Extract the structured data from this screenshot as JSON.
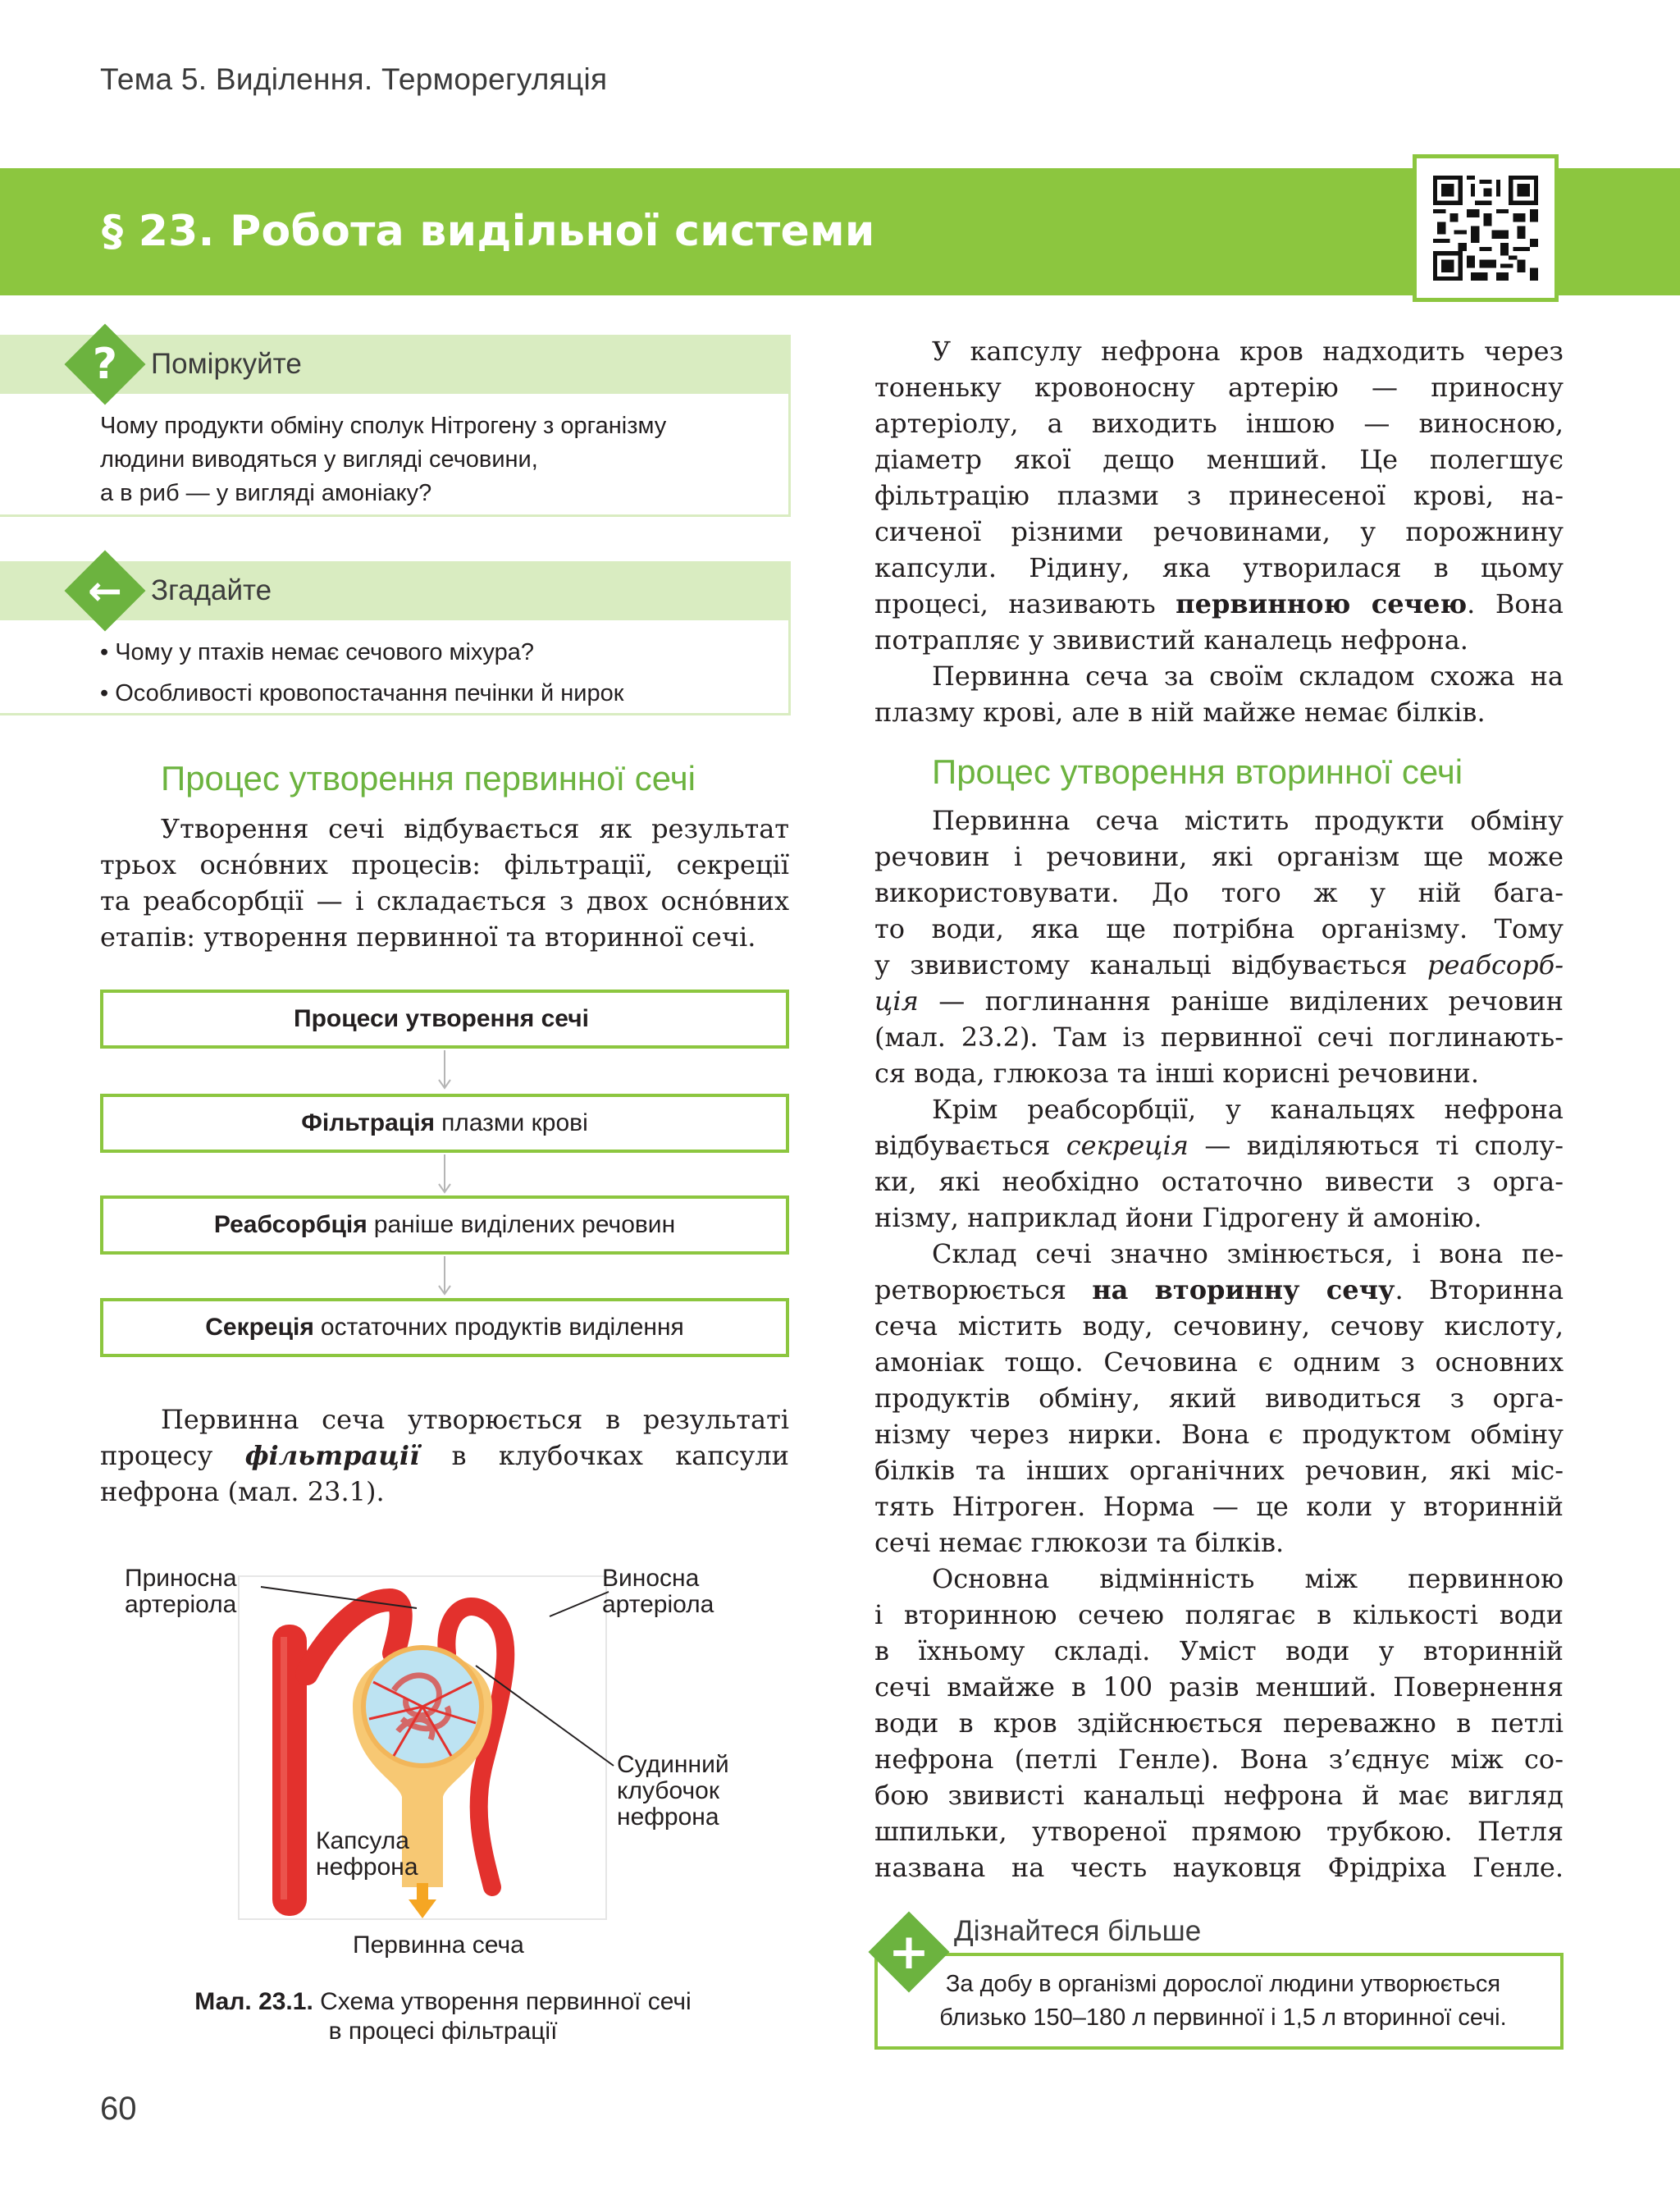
{
  "header": {
    "topic": "Тема 5. Виділення. Терморегуляція",
    "title": "§ 23. Робота видільної системи"
  },
  "think_box": {
    "title": "Поміркуйте",
    "icon": "question-icon",
    "lines": [
      "Чому продукти обміну сполук Нітрогену з організму",
      "людини виводяться у вигляді сечовини,",
      "а в риб — у вигляді амоніаку?"
    ]
  },
  "recall_box": {
    "title": "Згадайте",
    "icon": "arrow-left-icon",
    "items": [
      "Чому у птахів немає сечового міхура?",
      "Особливості кровопостачання печінки й нирок"
    ]
  },
  "section1": {
    "heading": "Процес утворення первинної сечі",
    "intro_lines": [
      "Утворення сечі відбувається як результат",
      "трьох осно́вних процесів: фільтрації, секреції",
      "та реабсорбції — і складається з двох осно́вних",
      "етапів: утворення первинної та вторинної сечі."
    ]
  },
  "flow": {
    "title": "Процеси утворення сечі",
    "steps": [
      {
        "bold": "Фільтрація",
        "rest": "плазми крові"
      },
      {
        "bold": "Реабсорбція",
        "rest": "раніше виділених речовин"
      },
      {
        "bold": "Секреція",
        "rest": "остаточних продуктів виділення"
      }
    ]
  },
  "para_filtration": {
    "l1": "Первинна сеча утворюється в результаті",
    "l2a": "процесу ",
    "l2b": "фільтрації",
    "l2c": " в клубочках капсули",
    "l3": "нефрона (мал. 23.1)."
  },
  "figure": {
    "label_afferent": [
      "Приносна",
      "артеріола"
    ],
    "label_efferent": [
      "Виносна",
      "артеріола"
    ],
    "label_glomerulus": [
      "Судинний",
      "клубочок",
      "нефрона"
    ],
    "label_capsule": [
      "Капсула",
      "нефрона"
    ],
    "label_urine": "Первинна сеча",
    "caption_bold": "Мал. 23.1.",
    "caption_line1": " Схема утворення первинної сечі",
    "caption_line2": "в процесі фільтрації",
    "colors": {
      "vessel": "#e3312d",
      "capsule": "#f7c873",
      "bulb": "#bde3f2",
      "arrow": "#f5a623"
    }
  },
  "right_col": {
    "p1_lines": [
      "У капсулу нефрона кров надходить через",
      "тоненьку кровоносну артерію — приносну",
      "артеріолу, а виходить іншою — виносною,",
      "діаметр якої дещо менший. Це полегшує",
      "фільтрацію плазми з принесеної крові, на-",
      "сиченої різними речовинами, у порожнину",
      "капсули. Рідину, яка утворилася в цьому"
    ],
    "p1_l8a": "процесі, називають ",
    "p1_l8b": "первинною сечею",
    "p1_l8c": ". Вона",
    "p1_l9": "потрапляє у звивистий каналець нефрона.",
    "p2_lines": [
      "Первинна сеча за своїм складом схожа на",
      "плазму крові, але в ній майже немає білків."
    ],
    "heading2": "Процес утворення вторинної сечі",
    "p3_lines": [
      "Первинна сеча містить продукти обміну",
      "речовин і речовини, які організм ще може",
      "використовувати. До того ж у ній бага-",
      "то води, яка ще потрібна організму. Тому"
    ],
    "p3_l5a": "у звивистому канальці відбувається ",
    "p3_l5b": "реабсорб-",
    "p3_l6a": "ція",
    "p3_l6b": " — поглинання раніше виділених речовин",
    "p3_l7": "(мал. 23.2). Там із первинної сечі поглинають-",
    "p3_l8": "ся вода, глюкоза та інші корисні речовини.",
    "p4_l1": "Крім реабсорбції, у канальцях нефрона",
    "p4_l2a": "відбувається ",
    "p4_l2b": "секреція",
    "p4_l2c": " — виділяються ті сполу-",
    "p4_l3": "ки, які необхідно остаточно вивести з орга-",
    "p4_l4": "нізму, наприклад йони Гідрогену й амонію.",
    "p5_l1": "Склад сечі значно змінюється, і вона пе-",
    "p5_l2a": "ретворюється ",
    "p5_l2b": "на вторинну сечу",
    "p5_l2c": ". Вторинна",
    "p5_lines": [
      "сеча містить воду, сечовину, сечову кислоту,",
      "амоніак тощо. Сечовина є одним з основних",
      "продуктів обміну, який виводиться з орга-",
      "нізму через нирки. Вона є продуктом обміну",
      "білків та інших органічних речовин, які міс-",
      "тять Нітроген. Норма — це коли у вторинній",
      "сечі немає глюкози та білків."
    ],
    "p6_lines": [
      "Основна відмінність між первинною",
      "і вторинною сечею полягає в кількості води",
      "в їхньому складі. Уміст води у вторинній",
      "сечі вмайже в 100 разів менший. Повернення",
      "води в кров здійснюється переважно в петлі",
      "нефрона (петлі Генле). Вона з’єднує між со-",
      "бою звивисті канальці нефрона й має вигляд",
      "шпильки, утвореної прямою трубкою. Петля",
      "названа на честь науковця Фрідріха Генле."
    ]
  },
  "learn_more": {
    "title": "Дізнайтеся більше",
    "icon": "plus-icon",
    "line1": "За добу в організмі дорослої людини утворюється",
    "line2": "близько 150–180 л первинної і 1,5 л вторинної сечі."
  },
  "page_number": "60",
  "colors": {
    "accent": "#8cc63f",
    "accent_dark": "#6cb33f",
    "box_fill": "#d9ecc1"
  }
}
